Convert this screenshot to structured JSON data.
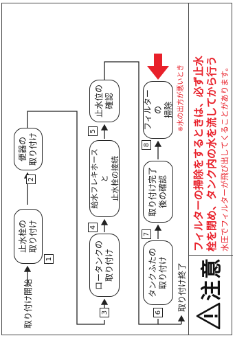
{
  "flow": {
    "start_label": "取り付け開始",
    "end_label": "取り付け終了",
    "steps": [
      {
        "num": "1",
        "label": "止水栓の\n取り付け"
      },
      {
        "num": "2",
        "label": "便器の\n取り付け"
      },
      {
        "num": "3",
        "label": "ロータンクの\n取り付け"
      },
      {
        "num": "4",
        "label": "給水フレキホースと\n止水栓の接続"
      },
      {
        "num": "5",
        "label": "止水位の\n確認"
      },
      {
        "num": "6",
        "label": "タンクふたの\n取り付け"
      },
      {
        "num": "7",
        "label": "取り付け完了\n後の確認"
      },
      {
        "num": "8",
        "label": "フィルターの\n掃除"
      }
    ],
    "note": "※水の出方が悪いとき"
  },
  "caution": {
    "heading": "注意",
    "line1": "フィルターの掃除をするときは、必ず止水",
    "line2": "栓を閉め、タンク内の水を流してから行う",
    "line3": "水圧でフィルターが飛び出してくることがあります。",
    "colors": {
      "warning": "#e8202a",
      "outline": "#222222"
    }
  },
  "icons": [
    "warning-triangle-icon",
    "arrow-icon"
  ]
}
